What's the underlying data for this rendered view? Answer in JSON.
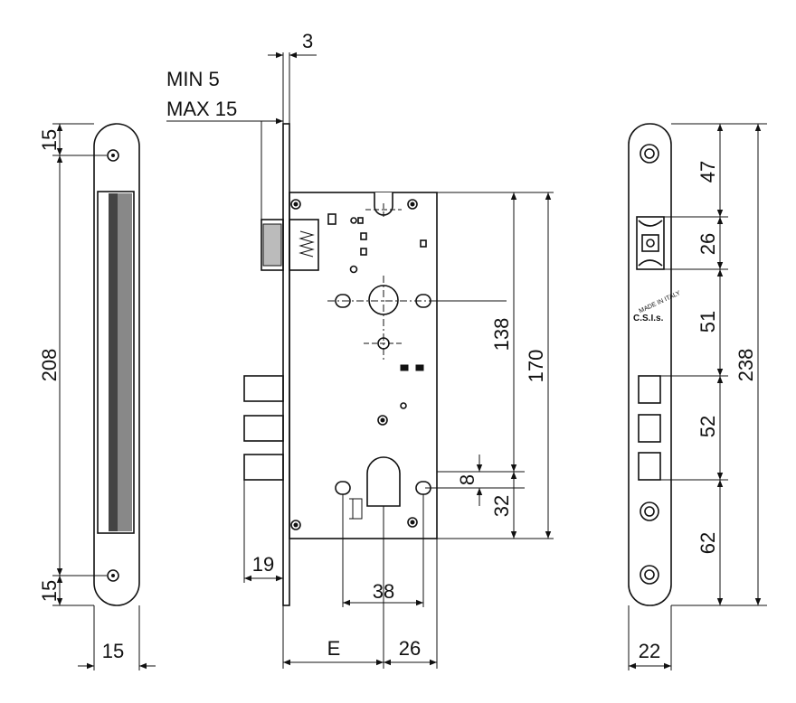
{
  "labels": {
    "d_3": "3",
    "min": "MIN   5",
    "max": "MAX 15",
    "l_15_top": "15",
    "l_208": "208",
    "l_15_bottom": "15",
    "l_15_width": "15",
    "l_138": "138",
    "l_170": "170",
    "l_8": "8",
    "l_32": "32",
    "l_19": "19",
    "l_38": "38",
    "l_E": "E",
    "l_26_bottom": "26",
    "l_47": "47",
    "l_26_right": "26",
    "l_51": "51",
    "l_238": "238",
    "l_52": "52",
    "l_62": "62",
    "l_22": "22",
    "stamp_text": "MADE IN ITALY",
    "stamp_brand": "C.S.I.s."
  }
}
